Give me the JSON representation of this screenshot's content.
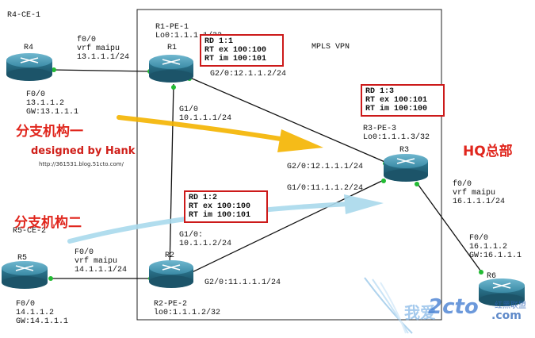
{
  "title": "MPLS VPN",
  "colors": {
    "accent_red": "#e0261d",
    "link": "#111111",
    "port_dot": "#22bb33",
    "arrow_yellow": "#f4b400",
    "arrow_blue": "#a9d9ec",
    "router_body": "#2f7f98"
  },
  "routers": [
    {
      "id": "R1",
      "label": "R1"
    },
    {
      "id": "R2",
      "label": "R2"
    },
    {
      "id": "R3",
      "label": "R3"
    },
    {
      "id": "R4",
      "label": "R4"
    },
    {
      "id": "R5",
      "label": "R5"
    },
    {
      "id": "R6",
      "label": "R6"
    }
  ],
  "labels": {
    "r4_name": "R4-CE-1",
    "r4_port": "f0/0",
    "r4_vrf": "vrf maipu",
    "r4_ip": "13.1.1.1/24",
    "r4_f0": "F0/0",
    "r4_f0_ip": "13.1.1.2",
    "r4_gw": "GW:13.1.1.1",
    "r1_name": "R1-PE-1",
    "r1_lo": "Lo0:1.1.1.1/32",
    "r1_g20": "G2/0:12.1.1.2/24",
    "r1_g10": "G1/0",
    "r1_g10_ip": "10.1.1.1/24",
    "r3_name": "R3-PE-3",
    "r3_lo": "Lo0:1.1.1.3/32",
    "r3_g20": "G2/0:12.1.1.1/24",
    "r3_g10": "G1/0:11.1.1.2/24",
    "r6_port": "f0/0",
    "r6_vrf": "vrf maipu",
    "r6_ip": "16.1.1.1/24",
    "r6_f0": "F0/0",
    "r6_f0_ip": "16.1.1.2",
    "r6_gw": "GW:16.1.1.1",
    "r5_name": "R5-CE-2",
    "r5_port": "F0/0",
    "r5_vrf": "vrf maipu",
    "r5_ip": "14.1.1.1/24",
    "r5_f0": "F0/0",
    "r5_f0_ip": "14.1.1.2",
    "r5_gw": "GW:14.1.1.1",
    "r2_g10": "G1/0:",
    "r2_g10_ip": "10.1.1.2/24",
    "r2_g20": "G2/0:11.1.1.1/24",
    "r2_name": "R2-PE-2",
    "r2_lo": "lo0:1.1.1.2/32"
  },
  "rd_boxes": {
    "r1": {
      "rd": "RD 1:1",
      "ex": "RT ex 100:100",
      "im": "RT im 100:101"
    },
    "r3": {
      "rd": "RD 1:3",
      "ex": "RT ex 100:101",
      "im": "RT im 100:100"
    },
    "r2": {
      "rd": "RD 1:2",
      "ex": "RT ex 100:100",
      "im": "RT im 100:101"
    }
  },
  "annotations": {
    "branch1": "分支机构一",
    "branch2": "分支机构二",
    "hq": "HQ总部",
    "credit": "designed by Hank",
    "url": "http://361531.blog.51cto.com/"
  },
  "watermark": {
    "cn": "我爱",
    "logo": "2cto",
    "domain": ".com",
    "org": "红黑联盟"
  }
}
